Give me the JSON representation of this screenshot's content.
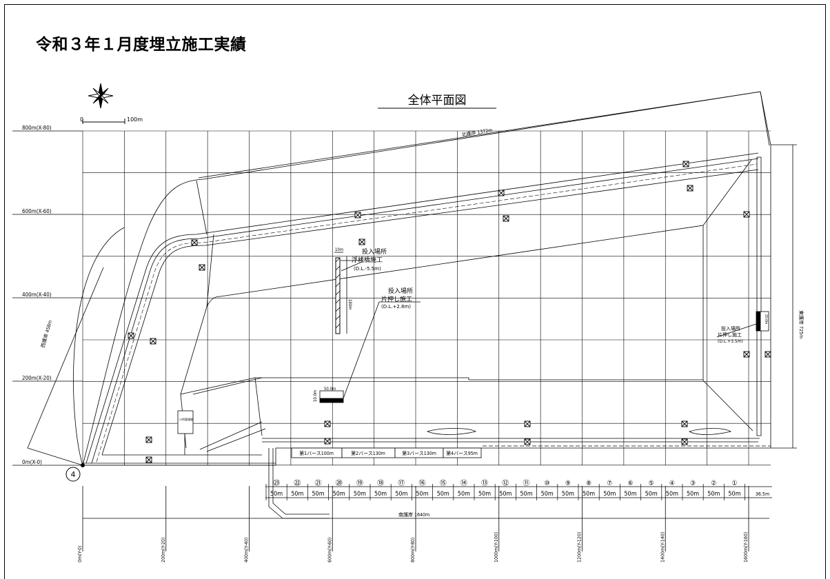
{
  "page_title": "令和３年１月度埋立施工実績",
  "plan_title": "全体平面図",
  "scale_bar": {
    "start": "0",
    "end": "100m"
  },
  "x_labels": [
    "800m(X-80)",
    "600m(X-60)",
    "400m(X-40)",
    "200m(X-20)",
    "0m(X-0)"
  ],
  "y_labels": [
    "0m(Y-0)",
    "200m(Y-20)",
    "400m(Y-40)",
    "600m(Y-60)",
    "800m(Y-80)",
    "1000m(Y-100)",
    "1200m(Y-120)",
    "1400m(Y-140)",
    "1600m(Y-160)"
  ],
  "seawalls": {
    "north": "北護岸 1372m",
    "west": "西護岸 458m",
    "east": "東護岸 725m",
    "south": "南護岸 1640m"
  },
  "dump_sites": [
    {
      "title": "投入場所",
      "method": "浮桟橋施工",
      "level": "(D.L.-5.5m)",
      "width": "10m",
      "length": "180m"
    },
    {
      "title": "投入場所",
      "method": "片押し施工",
      "level": "(D.L.+2.8m)",
      "width": "50.0m",
      "length": "10.0m"
    },
    {
      "title": "投入場所",
      "method": "片押し施工",
      "level": "(D.L.+3.5m)",
      "width": "20.0m"
    }
  ],
  "berths": [
    "第1バース100m",
    "第2バース130m",
    "第3バース130m",
    "第4バース95m"
  ],
  "facility_label": "小所管建屋",
  "marker_label": "4",
  "segments": {
    "numbers": [
      "㉓",
      "㉒",
      "㉑",
      "⑳",
      "⑲",
      "⑱",
      "⑰",
      "⑯",
      "⑮",
      "⑭",
      "⑬",
      "⑫",
      "⑪",
      "⑩",
      "⑨",
      "⑧",
      "⑦",
      "⑥",
      "⑤",
      "④",
      "③",
      "②",
      "①"
    ],
    "lengths": [
      "50m",
      "50m",
      "50m",
      "50m",
      "50m",
      "50m",
      "50m",
      "50m",
      "50m",
      "50m",
      "50m",
      "50m",
      "50m",
      "50m",
      "50m",
      "50m",
      "50m",
      "50m",
      "50m",
      "50m",
      "50m",
      "50m",
      "50m",
      "36.5m"
    ]
  },
  "colors": {
    "line": "#000000",
    "background": "#ffffff"
  }
}
